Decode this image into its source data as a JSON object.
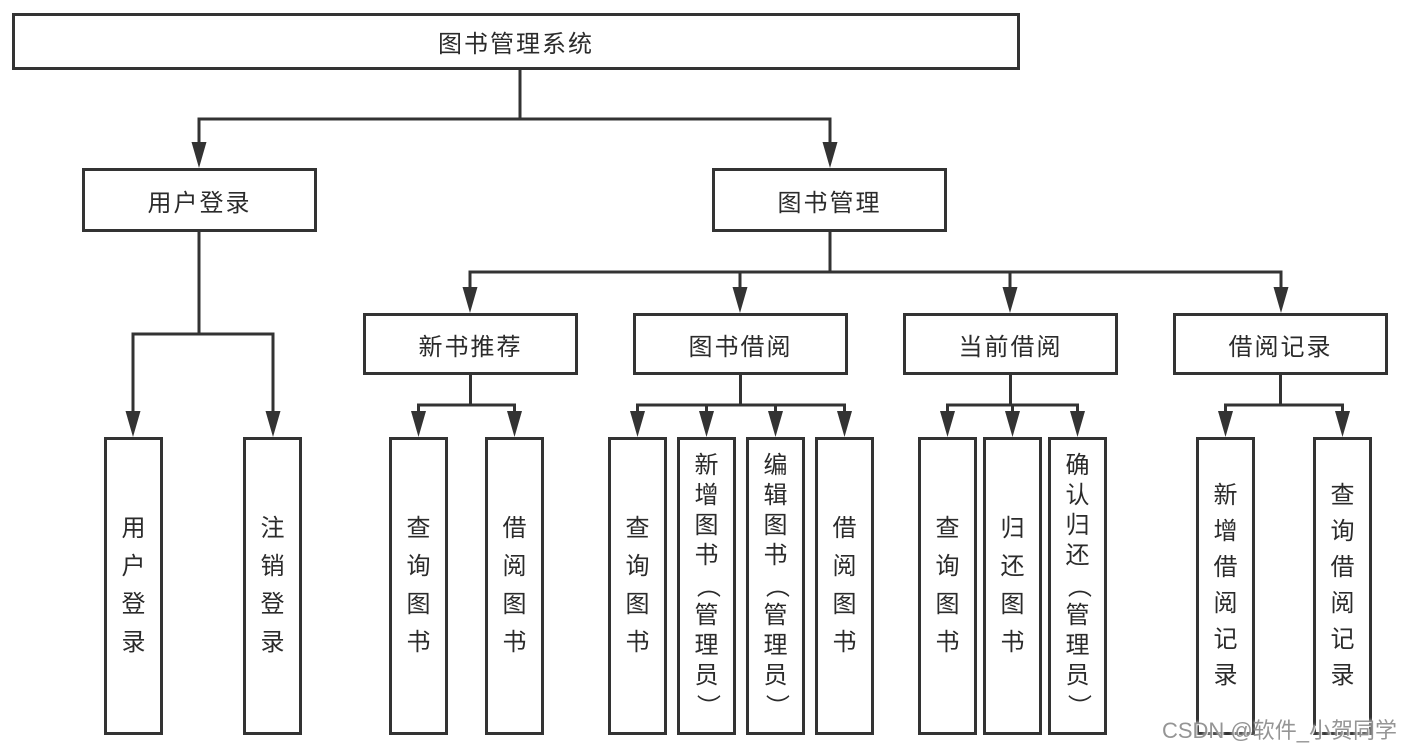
{
  "tree": {
    "label": "图书管理系统",
    "children": [
      {
        "label": "用户登录",
        "children": [
          {
            "label": "用户登录"
          },
          {
            "label": "注销登录"
          }
        ]
      },
      {
        "label": "图书管理",
        "children": [
          {
            "label": "新书推荐",
            "children": [
              {
                "label": "查询图书"
              },
              {
                "label": "借阅图书"
              }
            ]
          },
          {
            "label": "图书借阅",
            "children": [
              {
                "label": "查询图书"
              },
              {
                "label": "新增图书（管理员）"
              },
              {
                "label": "编辑图书（管理员）"
              },
              {
                "label": "借阅图书"
              }
            ]
          },
          {
            "label": "当前借阅",
            "children": [
              {
                "label": "查询图书"
              },
              {
                "label": "归还图书"
              },
              {
                "label": "确认归还（管理员）"
              }
            ]
          },
          {
            "label": "借阅记录",
            "children": [
              {
                "label": "新增借阅记录"
              },
              {
                "label": "查询借阅记录"
              }
            ]
          }
        ]
      }
    ]
  },
  "watermark": {
    "text": "CSDN @软件_小贺同学"
  },
  "colors": {
    "line": "#333333",
    "text": "#2b2b2b",
    "watermark": "#8c8c8c",
    "background": "#ffffff"
  }
}
